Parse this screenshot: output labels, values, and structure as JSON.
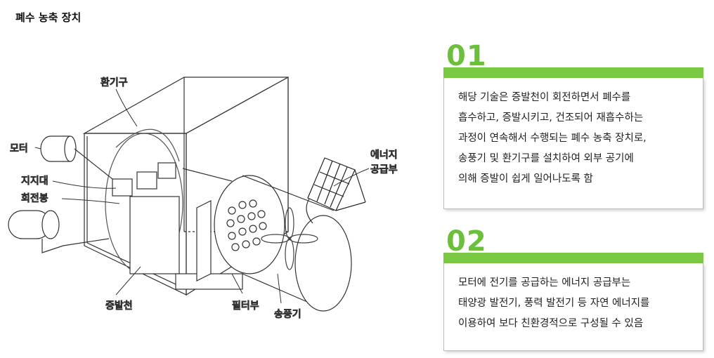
{
  "title": "폐수 농축 장치",
  "labels": {
    "vent": "환기구",
    "motor": "모터",
    "support": "지지대",
    "rotating_rod": "회전봉",
    "energy_line1": "에너지",
    "energy_line2": "공급부",
    "evaporation_cloth": "증발천",
    "filter": "필터부",
    "blower": "송풍기"
  },
  "cards": [
    {
      "number": "01",
      "lines": [
        "해당 기술은 증발천이 회전하면서 폐수를",
        "흡수하고, 증발시키고, 건조되어 재흡수하는",
        "과정이 연속해서 수행되는 폐수 농축 장치로,",
        "송풍기 및 환기구를 설치하여 외부 공기에",
        "의해 증발이 쉽게 일어나도록 함"
      ]
    },
    {
      "number": "02",
      "lines": [
        "모터에 전기를 공급하는 에너지 공급부는",
        "태양광 발전기, 풍력 발전기 등 자연 에너지를",
        "이용하여 보다 친환경적으로 구성될 수 있음"
      ]
    }
  ],
  "colors": {
    "accent": "#7ac943",
    "number": "#6cbf3b"
  }
}
